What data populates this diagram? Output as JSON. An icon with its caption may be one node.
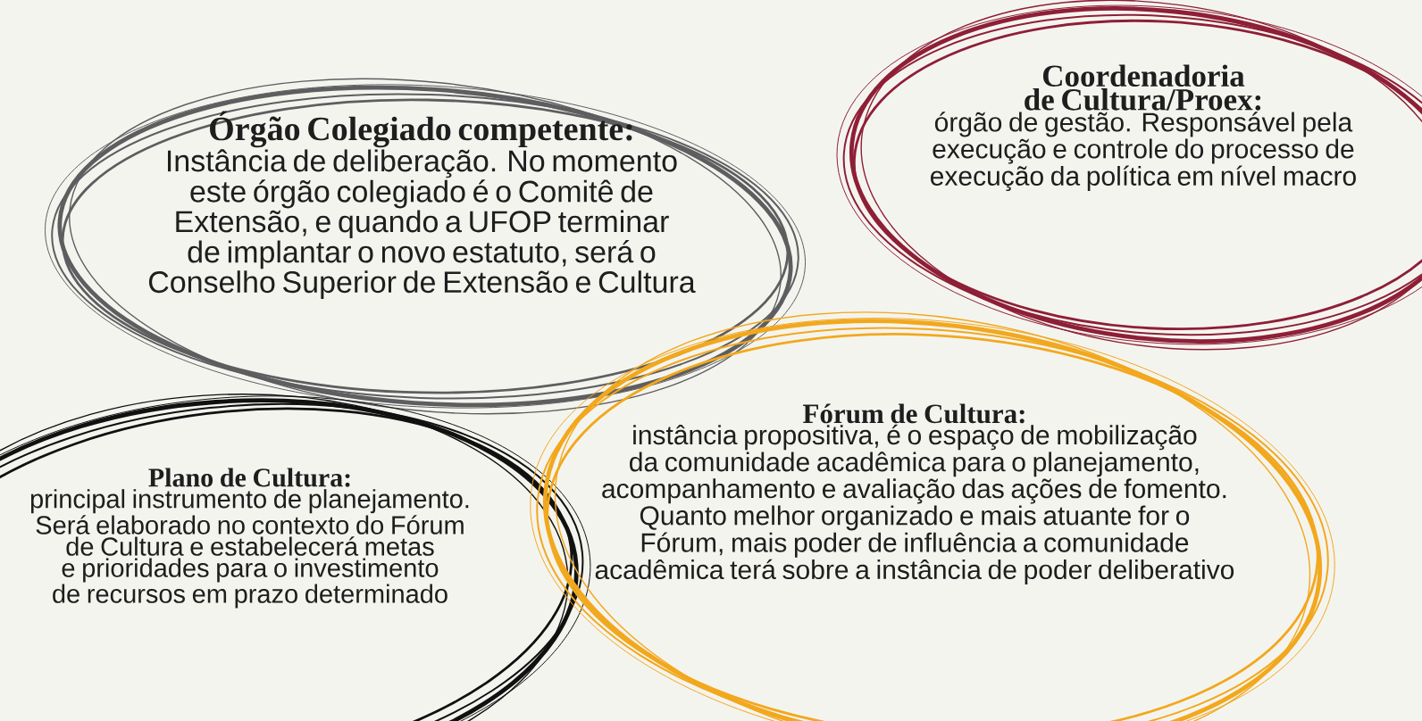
{
  "diagram": {
    "nodes": [
      {
        "text": [
          "Órgão Colegiado competente:",
          "Instância de deliberação. No momento este órgão colegiado é o Comitê de Extensão, e quando a UFOP terminar de implantar o novo estatuto, será o Conselho Superior de Extensão e Cultura"
        ]
      },
      {
        "text": [
          "Coordenadoria de Cultura/Proex:",
          "órgão de gestão. Responsável pela execução e controle do processo de execução da política em nível macro"
        ]
      },
      {
        "text": [
          "Plano de Cultura:",
          "principal instrumento de planejamento. Será elaborado no contexto do Fórum de Cultura e estabelecerá metas e prioridades para o investimento de recursos em prazo determinado"
        ]
      },
      {
        "text": [
          "Fórum de Cultura:",
          "instância propositiva, é o espaço de mobilização da comunidade acadêmica para o planejamento, acompanhamento e avaliação das ações de fomento. Quanto melhor organizado e mais atuante for o Fórum, mais poder de influência a comunidade acadêmica terá sobre a instância de poder deliberativo"
        ]
      }
    ]
  }
}
